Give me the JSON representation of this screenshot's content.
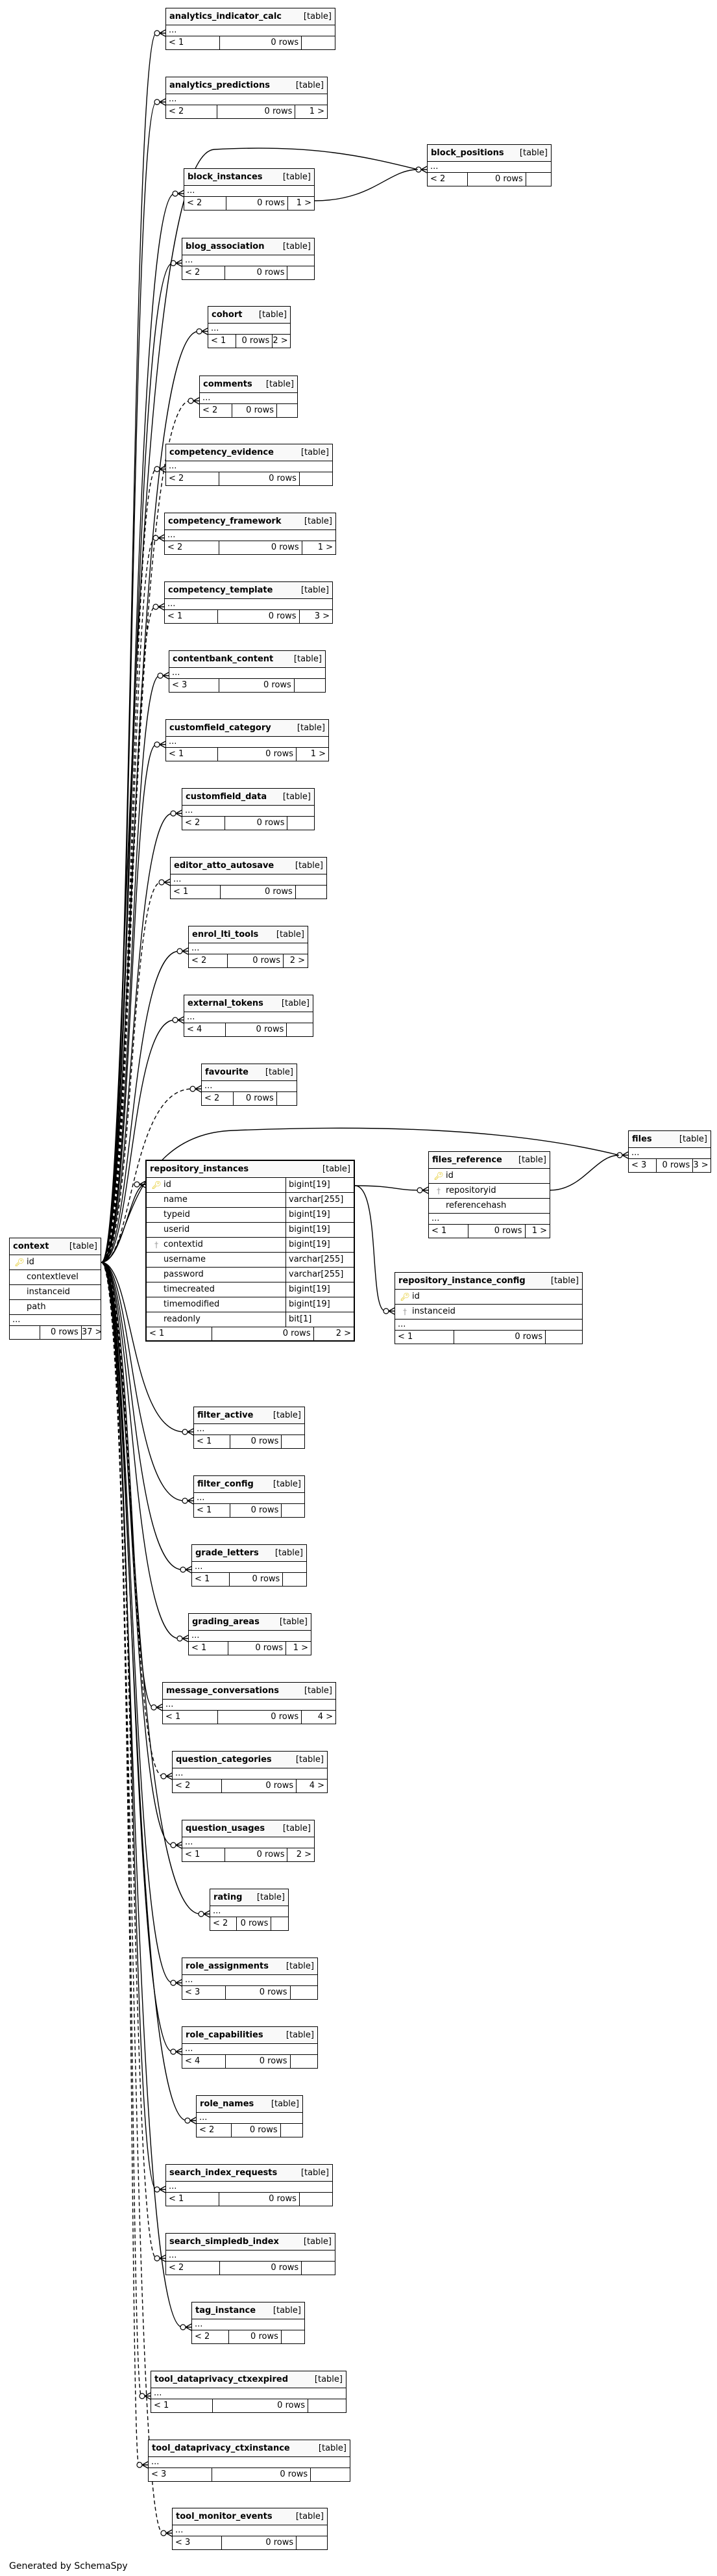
{
  "diagram": {
    "credit": "Generated by SchemaSpy",
    "type_label": "[table]",
    "ellipsis": "...",
    "key_icon": "primary-key-icon",
    "fk_icon": "foreign-key-icon",
    "tables": [
      {
        "id": "analytics_indicator_calc",
        "name": "analytics_indicator_calc",
        "parents": "< 1",
        "rows": "0 rows",
        "children": ""
      },
      {
        "id": "analytics_predictions",
        "name": "analytics_predictions",
        "parents": "< 2",
        "rows": "0 rows",
        "children": "1 >"
      },
      {
        "id": "block_positions",
        "name": "block_positions",
        "parents": "< 2",
        "rows": "0 rows",
        "children": ""
      },
      {
        "id": "block_instances",
        "name": "block_instances",
        "parents": "< 2",
        "rows": "0 rows",
        "children": "1 >"
      },
      {
        "id": "blog_association",
        "name": "blog_association",
        "parents": "< 2",
        "rows": "0 rows",
        "children": ""
      },
      {
        "id": "cohort",
        "name": "cohort",
        "parents": "< 1",
        "rows": "0 rows",
        "children": "2 >"
      },
      {
        "id": "comments",
        "name": "comments",
        "parents": "< 2",
        "rows": "0 rows",
        "children": ""
      },
      {
        "id": "competency_evidence",
        "name": "competency_evidence",
        "parents": "< 2",
        "rows": "0 rows",
        "children": ""
      },
      {
        "id": "competency_framework",
        "name": "competency_framework",
        "parents": "< 2",
        "rows": "0 rows",
        "children": "1 >"
      },
      {
        "id": "competency_template",
        "name": "competency_template",
        "parents": "< 1",
        "rows": "0 rows",
        "children": "3 >"
      },
      {
        "id": "contentbank_content",
        "name": "contentbank_content",
        "parents": "< 3",
        "rows": "0 rows",
        "children": ""
      },
      {
        "id": "customfield_category",
        "name": "customfield_category",
        "parents": "< 1",
        "rows": "0 rows",
        "children": "1 >"
      },
      {
        "id": "customfield_data",
        "name": "customfield_data",
        "parents": "< 2",
        "rows": "0 rows",
        "children": ""
      },
      {
        "id": "editor_atto_autosave",
        "name": "editor_atto_autosave",
        "parents": "< 1",
        "rows": "0 rows",
        "children": ""
      },
      {
        "id": "enrol_lti_tools",
        "name": "enrol_lti_tools",
        "parents": "< 2",
        "rows": "0 rows",
        "children": "2 >"
      },
      {
        "id": "external_tokens",
        "name": "external_tokens",
        "parents": "< 4",
        "rows": "0 rows",
        "children": ""
      },
      {
        "id": "favourite",
        "name": "favourite",
        "parents": "< 2",
        "rows": "0 rows",
        "children": ""
      },
      {
        "id": "files",
        "name": "files",
        "parents": "< 3",
        "rows": "0 rows",
        "children": "3 >"
      },
      {
        "id": "filter_active",
        "name": "filter_active",
        "parents": "< 1",
        "rows": "0 rows",
        "children": ""
      },
      {
        "id": "filter_config",
        "name": "filter_config",
        "parents": "< 1",
        "rows": "0 rows",
        "children": ""
      },
      {
        "id": "grade_letters",
        "name": "grade_letters",
        "parents": "< 1",
        "rows": "0 rows",
        "children": ""
      },
      {
        "id": "grading_areas",
        "name": "grading_areas",
        "parents": "< 1",
        "rows": "0 rows",
        "children": "1 >"
      },
      {
        "id": "message_conversations",
        "name": "message_conversations",
        "parents": "< 1",
        "rows": "0 rows",
        "children": "4 >"
      },
      {
        "id": "question_categories",
        "name": "question_categories",
        "parents": "< 2",
        "rows": "0 rows",
        "children": "4 >"
      },
      {
        "id": "question_usages",
        "name": "question_usages",
        "parents": "< 1",
        "rows": "0 rows",
        "children": "2 >"
      },
      {
        "id": "rating",
        "name": "rating",
        "parents": "< 2",
        "rows": "0 rows",
        "children": ""
      },
      {
        "id": "role_assignments",
        "name": "role_assignments",
        "parents": "< 3",
        "rows": "0 rows",
        "children": ""
      },
      {
        "id": "role_capabilities",
        "name": "role_capabilities",
        "parents": "< 4",
        "rows": "0 rows",
        "children": ""
      },
      {
        "id": "role_names",
        "name": "role_names",
        "parents": "< 2",
        "rows": "0 rows",
        "children": ""
      },
      {
        "id": "search_index_requests",
        "name": "search_index_requests",
        "parents": "< 1",
        "rows": "0 rows",
        "children": ""
      },
      {
        "id": "search_simpledb_index",
        "name": "search_simpledb_index",
        "parents": "< 2",
        "rows": "0 rows",
        "children": ""
      },
      {
        "id": "tag_instance",
        "name": "tag_instance",
        "parents": "< 2",
        "rows": "0 rows",
        "children": ""
      },
      {
        "id": "tool_dataprivacy_ctxexpired",
        "name": "tool_dataprivacy_ctxexpired",
        "parents": "< 1",
        "rows": "0 rows",
        "children": ""
      },
      {
        "id": "tool_dataprivacy_ctxinstance",
        "name": "tool_dataprivacy_ctxinstance",
        "parents": "< 3",
        "rows": "0 rows",
        "children": ""
      },
      {
        "id": "tool_monitor_events",
        "name": "tool_monitor_events",
        "parents": "< 3",
        "rows": "0 rows",
        "children": ""
      }
    ],
    "context": {
      "name": "context",
      "columns": [
        {
          "name": "id",
          "key": "pk"
        },
        {
          "name": "contextlevel",
          "key": ""
        },
        {
          "name": "instanceid",
          "key": ""
        },
        {
          "name": "path",
          "key": ""
        }
      ],
      "parents": "",
      "rows": "0 rows",
      "children": "37 >"
    },
    "repository_instances": {
      "name": "repository_instances",
      "columns": [
        {
          "name": "id",
          "type": "bigint[19]",
          "key": "pk"
        },
        {
          "name": "name",
          "type": "varchar[255]",
          "key": ""
        },
        {
          "name": "typeid",
          "type": "bigint[19]",
          "key": ""
        },
        {
          "name": "userid",
          "type": "bigint[19]",
          "key": ""
        },
        {
          "name": "contextid",
          "type": "bigint[19]",
          "key": "fk"
        },
        {
          "name": "username",
          "type": "varchar[255]",
          "key": ""
        },
        {
          "name": "password",
          "type": "varchar[255]",
          "key": ""
        },
        {
          "name": "timecreated",
          "type": "bigint[19]",
          "key": ""
        },
        {
          "name": "timemodified",
          "type": "bigint[19]",
          "key": ""
        },
        {
          "name": "readonly",
          "type": "bit[1]",
          "key": ""
        }
      ],
      "parents": "< 1",
      "rows": "0 rows",
      "children": "2 >"
    },
    "files_reference": {
      "name": "files_reference",
      "columns": [
        {
          "name": "id",
          "key": "pk"
        },
        {
          "name": "repositoryid",
          "key": "fk"
        },
        {
          "name": "referencehash",
          "key": ""
        }
      ],
      "parents": "< 1",
      "rows": "0 rows",
      "children": "1 >"
    },
    "repository_instance_config": {
      "name": "repository_instance_config",
      "columns": [
        {
          "name": "id",
          "key": "pk"
        },
        {
          "name": "instanceid",
          "key": "fk"
        }
      ],
      "parents": "< 1",
      "rows": "0 rows",
      "children": ""
    }
  }
}
